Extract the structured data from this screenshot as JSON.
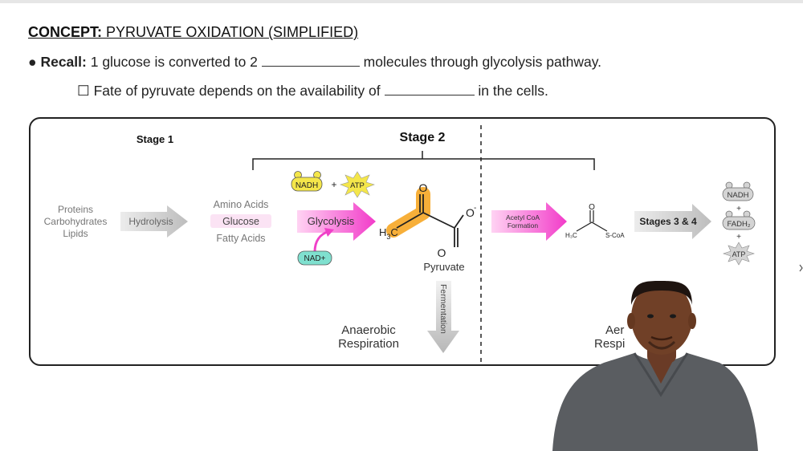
{
  "header": {
    "concept_label": "CONCEPT:",
    "concept_title": "PYRUVATE OXIDATION (SIMPLIFIED)",
    "recall_label": "Recall:",
    "recall_text_a": "1 glucose is converted to 2",
    "recall_text_b": "molecules through glycolysis pathway.",
    "fate_text_a": "Fate of pyruvate depends on the availability of",
    "fate_text_b": "in the cells."
  },
  "diagram": {
    "stage1": "Stage 1",
    "stage2": "Stage 2",
    "inputs": [
      "Proteins",
      "Carbohydrates",
      "Lipids"
    ],
    "hydrolysis": "Hydrolysis",
    "monomers": [
      "Amino Acids",
      "Glucose",
      "Fatty Acids"
    ],
    "glycolysis": "Glycolysis",
    "nadh": "NADH",
    "plus": "+",
    "atp": "ATP",
    "nad_plus": "NAD+",
    "pyruvate_o_top": "O",
    "pyruvate_o_bottom": "O",
    "pyruvate_o_minus": "O",
    "pyruvate_h": "H",
    "pyruvate_sub3": "3",
    "pyruvate_c": "C",
    "pyruvate_label": "Pyruvate",
    "fermentation": "Fermentation",
    "anaerobic_line1": "Anaerobic",
    "anaerobic_line2": "Respiration",
    "acetyl_line1": "Acetyl CoA",
    "acetyl_line2": "Formation",
    "acetyl_o": "O",
    "acetyl_h3c": "H₃C",
    "acetyl_scoa": "S-CoA",
    "stages34": "Stages 3 & 4",
    "aerobic_line1": "Aer",
    "aerobic_line2": "Respi",
    "out_nadh": "NADH",
    "out_fadh": "FADH₂",
    "out_atp": "ATP"
  },
  "colors": {
    "magenta": "#f040c8",
    "orange": "#f6a623",
    "nadh_yellow": "#f4e64a",
    "nad_teal": "#7fe0cf",
    "gray_arrow": "#c8c8c8"
  }
}
